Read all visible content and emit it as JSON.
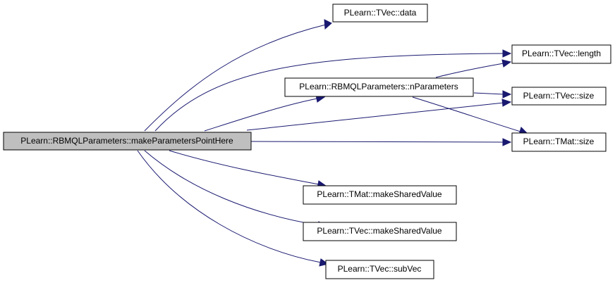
{
  "colors": {
    "edge": "#191970",
    "node_fill": "#ffffff",
    "focus_fill": "#bfbfbf",
    "node_border": "#000000"
  },
  "nodes": {
    "make_parameters_point_here": "PLearn::RBMQLParameters::makeParametersPointHere",
    "tvec_data": "PLearn::TVec::data",
    "tvec_length": "PLearn::TVec::length",
    "n_parameters": "PLearn::RBMQLParameters::nParameters",
    "tvec_size": "PLearn::TVec::size",
    "tmat_size": "PLearn::TMat::size",
    "tmat_make_shared_value": "PLearn::TMat::makeSharedValue",
    "tvec_make_shared_value": "PLearn::TVec::makeSharedValue",
    "tvec_sub_vec": "PLearn::TVec::subVec"
  },
  "focus_node": "make_parameters_point_here",
  "edges": [
    {
      "from": "make_parameters_point_here",
      "to": "tvec_data"
    },
    {
      "from": "make_parameters_point_here",
      "to": "tvec_length"
    },
    {
      "from": "make_parameters_point_here",
      "to": "n_parameters"
    },
    {
      "from": "make_parameters_point_here",
      "to": "tvec_size"
    },
    {
      "from": "make_parameters_point_here",
      "to": "tmat_size"
    },
    {
      "from": "make_parameters_point_here",
      "to": "tmat_make_shared_value"
    },
    {
      "from": "make_parameters_point_here",
      "to": "tvec_make_shared_value"
    },
    {
      "from": "make_parameters_point_here",
      "to": "tvec_sub_vec"
    },
    {
      "from": "n_parameters",
      "to": "tvec_length"
    },
    {
      "from": "n_parameters",
      "to": "tvec_size"
    },
    {
      "from": "n_parameters",
      "to": "tmat_size"
    }
  ]
}
